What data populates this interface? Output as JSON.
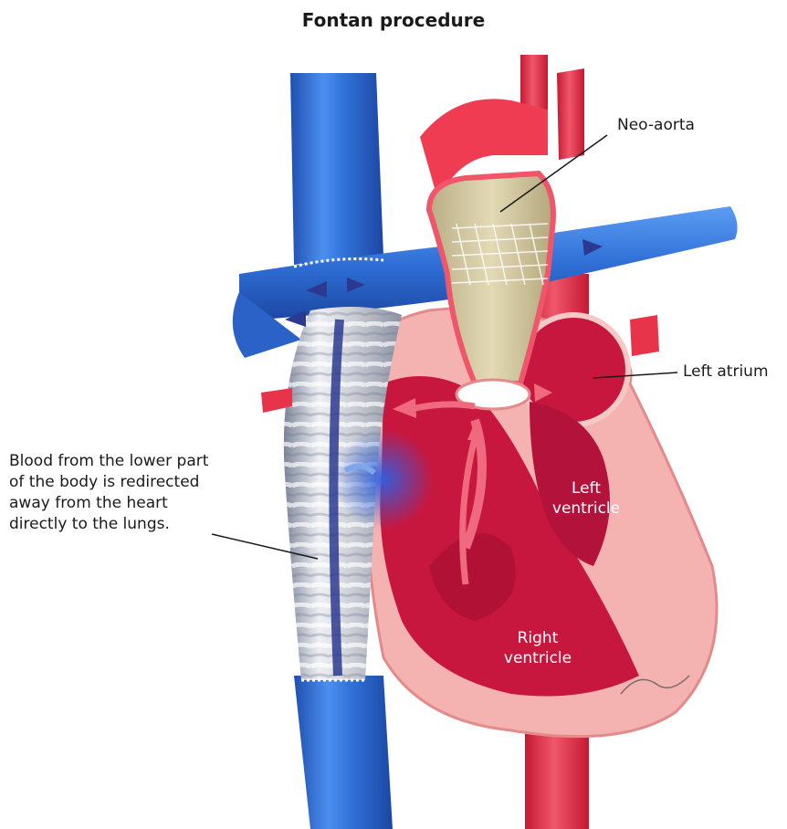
{
  "title": "Fontan procedure",
  "labels": {
    "neo_aorta": "Neo-aorta",
    "left_atrium": "Left atrium",
    "left_ventricle": "Left\nventricle",
    "right_ventricle": "Right\nventricle",
    "conduit_note": "Blood from the lower part\nof the body is redirected\naway from the heart\ndirectly to the lungs."
  },
  "colors": {
    "vein_blue": "#2f6fd6",
    "artery_red": "#e8344a",
    "heart_muscle": "#c8173e",
    "heart_wall": "#f4b3b0",
    "graft_tan": "#d9cfa6",
    "conduit_grey": "#c9ccd4",
    "flow_arrow_dark": "#2b3a8f"
  },
  "icons": [
    "artist-signature"
  ]
}
